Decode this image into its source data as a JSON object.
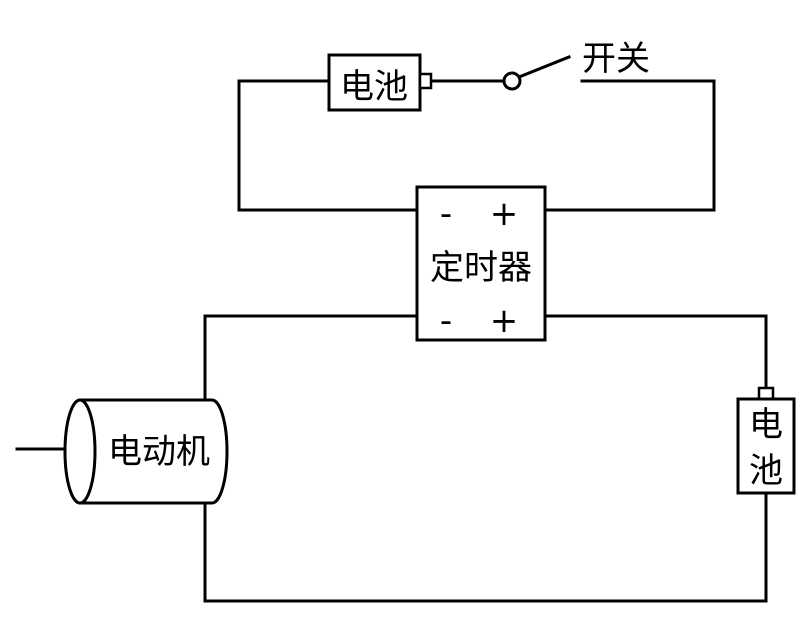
{
  "diagram": {
    "battery_top_label": "电池",
    "switch_label": "开关",
    "timer": {
      "label": "定时器",
      "input_minus": "-",
      "input_plus": "+",
      "output_minus": "-",
      "output_plus": "+"
    },
    "motor_label": "电动机",
    "battery_right_label": [
      "电",
      "池"
    ]
  }
}
